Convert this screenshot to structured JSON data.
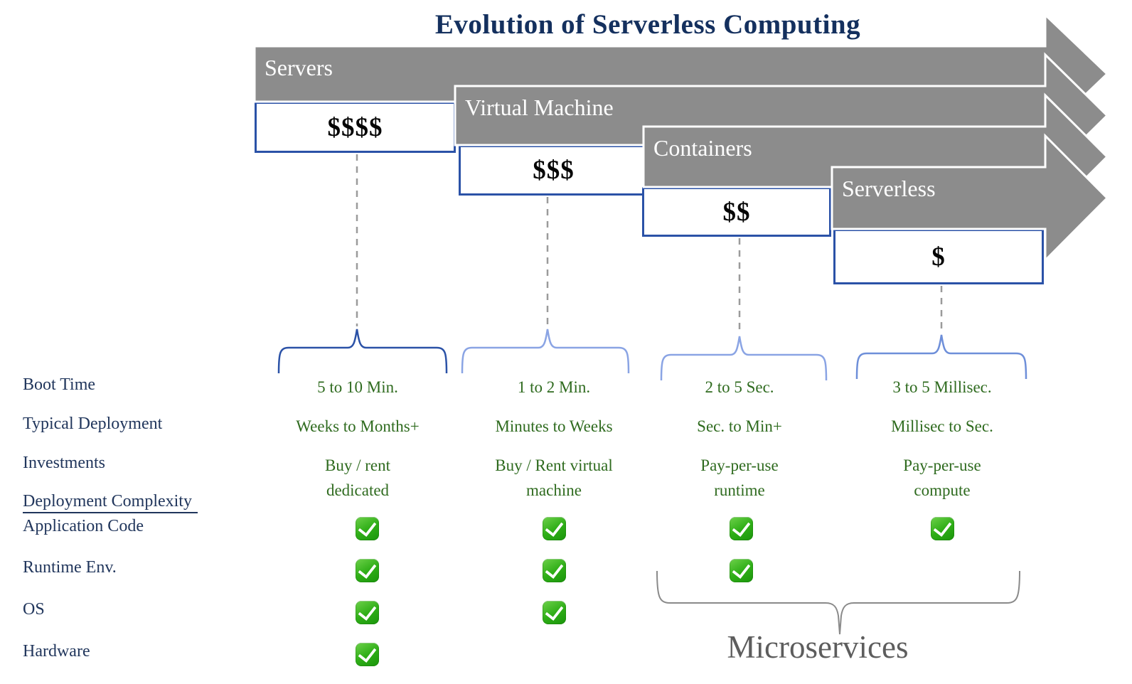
{
  "title": "Evolution of Serverless Computing",
  "tiers": [
    {
      "name": "Servers",
      "cost": "$$$$"
    },
    {
      "name": "Virtual Machine",
      "cost": "$$$"
    },
    {
      "name": "Containers",
      "cost": "$$"
    },
    {
      "name": "Serverless",
      "cost": "$"
    }
  ],
  "table": {
    "rows": [
      {
        "label": "Boot Time",
        "type": "text",
        "values": [
          "5 to 10 Min.",
          "1 to 2 Min.",
          "2 to 5 Sec.",
          "3 to 5 Millisec."
        ]
      },
      {
        "label": "Typical Deployment",
        "type": "text",
        "values": [
          "Weeks to Months+",
          "Minutes to Weeks",
          "Sec. to Min+",
          "Millisec to Sec."
        ]
      },
      {
        "label": "Investments",
        "type": "text",
        "values": [
          "Buy / rent\ndedicated",
          "Buy / Rent virtual\nmachine",
          "Pay-per-use\nruntime",
          "Pay-per-use\ncompute"
        ]
      },
      {
        "label": "Deployment Complexity",
        "type": "heading",
        "values": []
      },
      {
        "label": "Application Code",
        "type": "checks",
        "checks": [
          true,
          true,
          true,
          true
        ]
      },
      {
        "label": "Runtime Env.",
        "type": "checks",
        "checks": [
          true,
          true,
          true,
          false
        ]
      },
      {
        "label": "OS",
        "type": "checks",
        "checks": [
          true,
          true,
          false,
          false
        ]
      },
      {
        "label": "Hardware",
        "type": "checks",
        "checks": [
          true,
          false,
          false,
          false
        ]
      }
    ]
  },
  "annotation": {
    "microservices_label": "Microservices"
  },
  "icons": {
    "check": "green-check-mark-button"
  },
  "colors": {
    "bar_gray": "#8c8c8c",
    "outline_white": "#ffffff",
    "box_border_blue": "#2b52a7",
    "title_navy": "#14305e",
    "label_navy": "#21365c",
    "value_green": "#2f6b1f",
    "check_green": "#2fae17",
    "brace_dark_blue": "#2b52a7",
    "brace_light_blue": "#8aa4e4",
    "brace_mid_blue": "#6e8fd9",
    "dash_gray": "#9b9b9b",
    "micro_brace_gray": "#8a8a8a",
    "micro_text_gray": "#5d5d5d"
  }
}
